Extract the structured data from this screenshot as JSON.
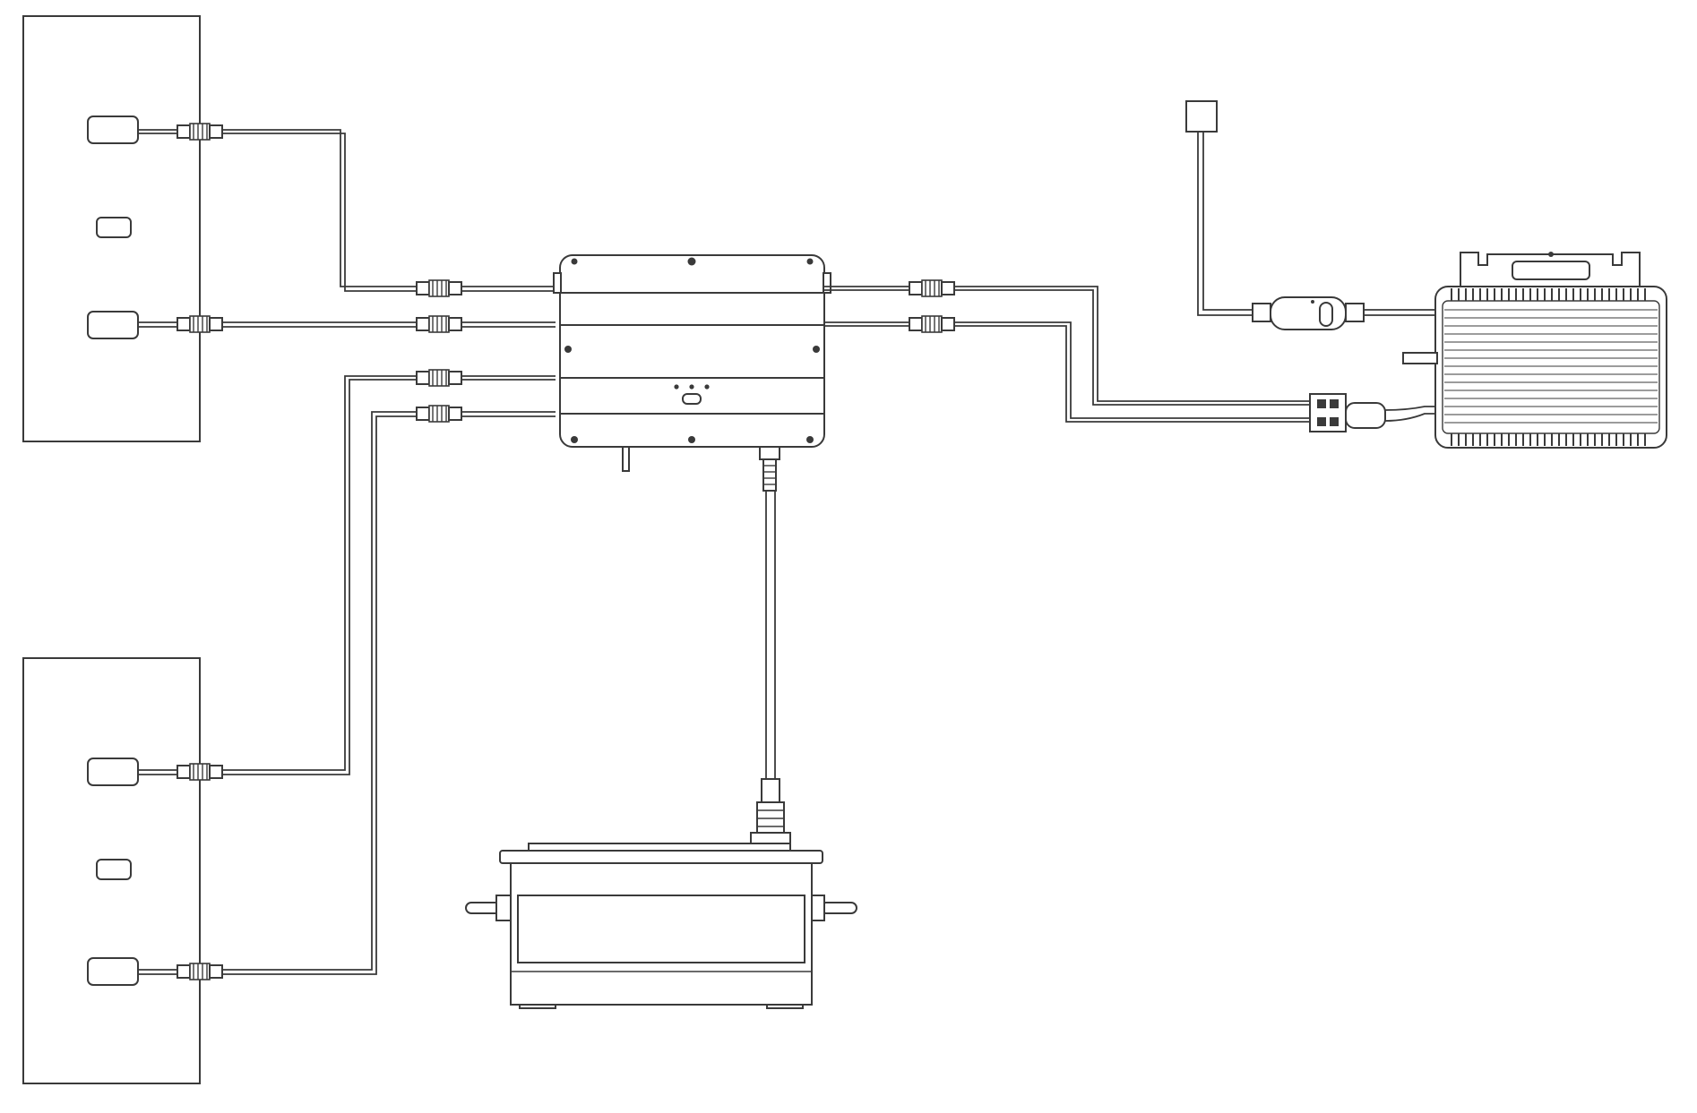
{
  "diagram": {
    "components": [
      "solar-panel-1",
      "solar-panel-2",
      "control-box",
      "battery",
      "microinverter",
      "wall-outlet"
    ]
  }
}
